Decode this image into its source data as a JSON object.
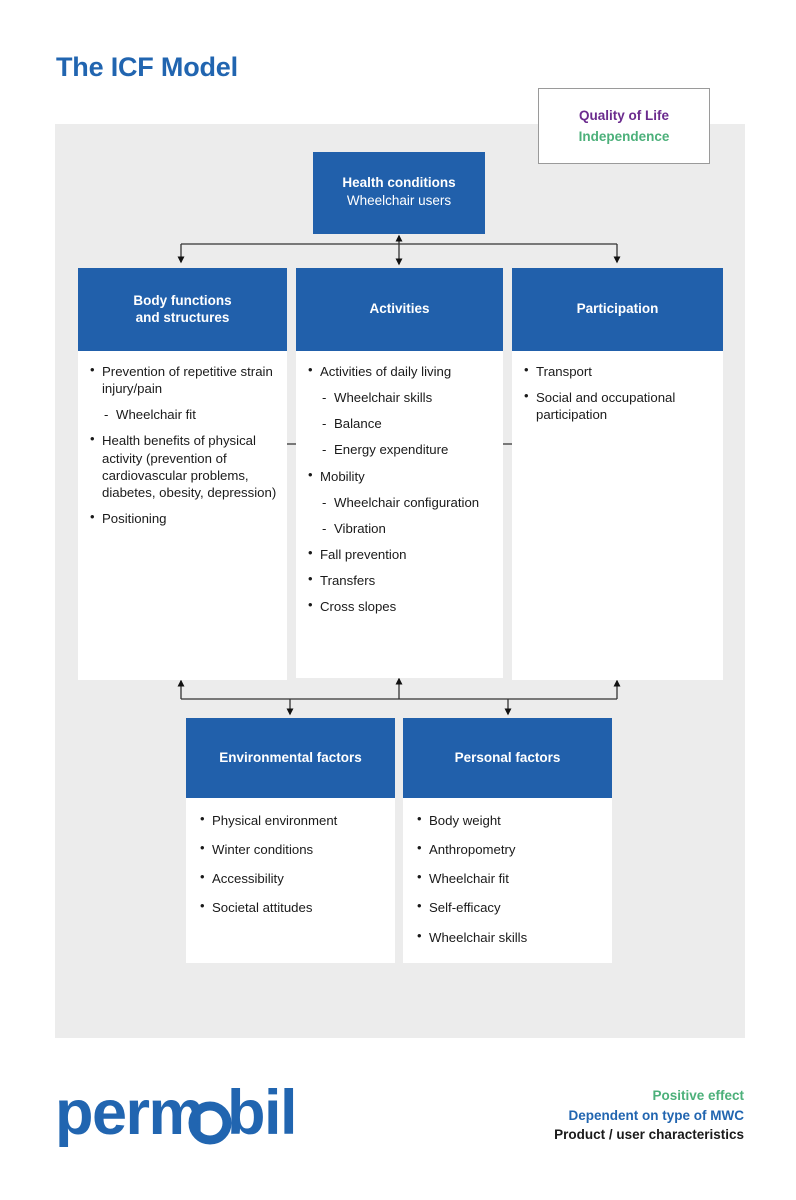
{
  "page": {
    "title": "The ICF Model",
    "title_color": "#2165b0",
    "panel_bg": "#ececec",
    "box_blue": "#2160ab"
  },
  "callout": {
    "line1": "Quality of Life",
    "line1_color": "#6b2b8e",
    "line2": "Independence",
    "line2_color": "#4cb07a"
  },
  "health": {
    "title": "Health conditions",
    "subtitle": "Wheelchair users"
  },
  "columns": [
    {
      "header": "Body functions\nand structures",
      "header_line1": "Body functions",
      "header_line2": "and structures",
      "items": [
        {
          "text": "Prevention of repetitive strain injury/pain",
          "level": 1,
          "color": "black"
        },
        {
          "text": "Wheelchair fit",
          "level": 2,
          "color": "black"
        },
        {
          "text": "Health benefits of physical activity (prevention of cardiovascular problems, diabetes, obesity, depression)",
          "level": 1,
          "color": "black"
        },
        {
          "text": "Positioning",
          "level": 1,
          "color": "black"
        }
      ]
    },
    {
      "header_line1": "Activities",
      "header_line2": "",
      "items": [
        {
          "text": "Activities of daily living",
          "level": 1,
          "color": "black"
        },
        {
          "text": "Wheelchair skills",
          "level": 2,
          "color": "black"
        },
        {
          "text": "Balance",
          "level": 2,
          "color": "black"
        },
        {
          "text": "Energy expenditure",
          "level": 2,
          "color": "black"
        },
        {
          "text": "Mobility",
          "level": 1,
          "color": "black"
        },
        {
          "text": "Wheelchair configuration",
          "level": 2,
          "color": "green"
        },
        {
          "text": "Vibration",
          "level": 2,
          "color": "blue"
        },
        {
          "text": "Fall prevention",
          "level": 1,
          "color": "black"
        },
        {
          "text": "Transfers",
          "level": 1,
          "color": "black"
        },
        {
          "text": "Cross slopes",
          "level": 1,
          "color": "black"
        }
      ]
    },
    {
      "header_line1": "Participation",
      "header_line2": "",
      "items": [
        {
          "text": "Transport",
          "level": 1,
          "color": "black"
        },
        {
          "text": "Social and occupational participation",
          "level": 1,
          "color": "blue"
        }
      ]
    }
  ],
  "bottom": [
    {
      "header_line1": "Environmental factors",
      "items": [
        {
          "text": "Physical environment",
          "level": 1,
          "color": "black"
        },
        {
          "text": "Winter conditions",
          "level": 1,
          "color": "black"
        },
        {
          "text": "Accessibility",
          "level": 1,
          "color": "black"
        },
        {
          "text": "Societal attitudes",
          "level": 1,
          "color": "black"
        }
      ]
    },
    {
      "header_line1": "Personal factors",
      "items": [
        {
          "text": "Body weight",
          "level": 1,
          "color": "black"
        },
        {
          "text": "Anthropometry",
          "level": 1,
          "color": "black"
        },
        {
          "text": "Wheelchair fit",
          "level": 1,
          "color": "black"
        },
        {
          "text": "Self-efficacy",
          "level": 1,
          "color": "black"
        },
        {
          "text": "Wheelchair skills",
          "level": 1,
          "color": "black"
        }
      ]
    }
  ],
  "legend": [
    {
      "text": "Positive effect",
      "color": "#4cb07a"
    },
    {
      "text": "Dependent on type of MWC",
      "color": "#2165b0"
    },
    {
      "text": "Product / user characteristics",
      "color": "#1a1a1a"
    }
  ],
  "logo": {
    "text": "permobil",
    "color": "#2165b0"
  }
}
